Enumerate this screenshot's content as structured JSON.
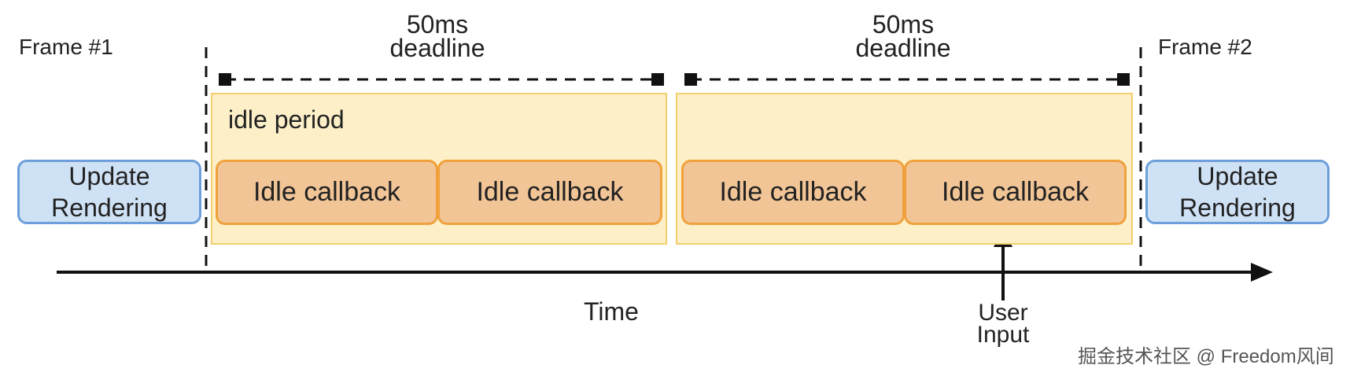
{
  "frames": {
    "frame1_label": "Frame #1",
    "frame2_label": "Frame #2"
  },
  "deadlines": [
    {
      "line1": "50ms",
      "line2": "deadline"
    },
    {
      "line1": "50ms",
      "line2": "deadline"
    }
  ],
  "idle_period_label": "idle period",
  "update_rendering": {
    "line1": "Update",
    "line2": "Rendering"
  },
  "callbacks": [
    "Idle callback",
    "Idle callback",
    "Idle callback",
    "Idle callback"
  ],
  "time_label": "Time",
  "user_input": {
    "line1": "User",
    "line2": "Input"
  },
  "watermark": "掘金技术社区 @ Freedom风间",
  "colors": {
    "idle_fill": "#fdf0c8",
    "idle_border": "#f3cf6b",
    "callback_fill": "#f2c596",
    "callback_border": "#f0a13c",
    "render_fill": "#cfe1f5",
    "render_border": "#6d9fdb",
    "line": "#111111"
  }
}
